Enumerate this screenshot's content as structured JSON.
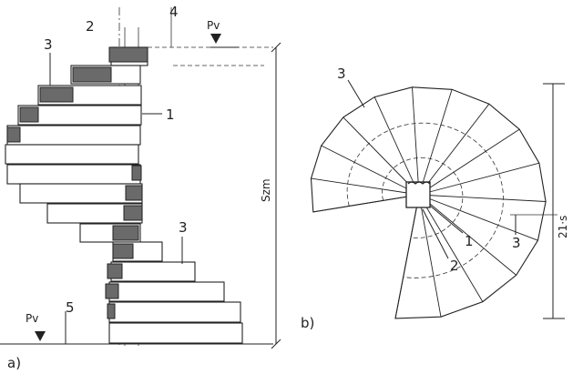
{
  "labels": {
    "a_caption": "a)",
    "b_caption": "b)",
    "n1": "1",
    "n2": "2",
    "n3": "3",
    "n4": "4",
    "n5": "5",
    "pv": "Pv",
    "height_dim": "Szm",
    "width_dim": "21·s"
  }
}
